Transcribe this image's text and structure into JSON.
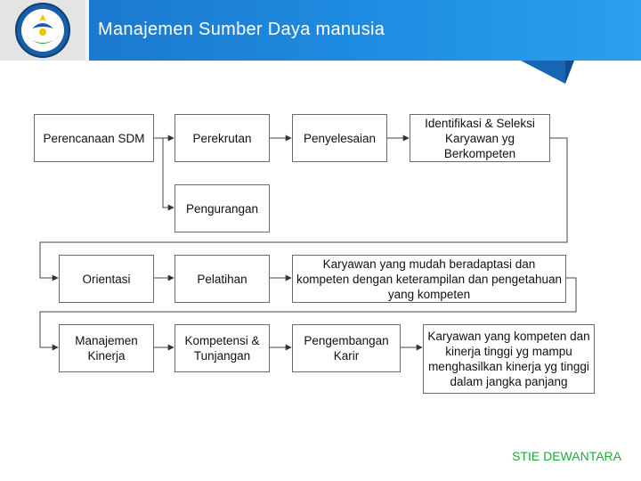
{
  "header": {
    "title": "Manajemen Sumber Daya manusia",
    "logo_icon": "tut-wuri-handayani-emblem-icon",
    "color": "#1e8be0"
  },
  "diagram": {
    "row1": {
      "perencanaan": "Perencanaan SDM",
      "perekrutan": "Perekrutan",
      "penyelesaian": "Penyelesaian",
      "identifikasi": "Identifikasi & Seleksi Karyawan yg Berkompeten"
    },
    "row2": {
      "pengurangan": "Pengurangan"
    },
    "row3": {
      "orientasi": "Orientasi",
      "pelatihan": "Pelatihan",
      "karyawan_adaptasi": "Karyawan yang mudah beradaptasi dan kompeten dengan keterampilan dan pengetahuan yang kompeten"
    },
    "row4": {
      "manajemen_kinerja": "Manajemen Kinerja",
      "kompetensi": "Kompetensi & Tunjangan",
      "pengembangan": "Pengembangan Karir",
      "karyawan_kompeten": "Karyawan yang kompeten dan kinerja tinggi yg mampu menghasilkan kinerja yg tinggi dalam jangka panjang"
    }
  },
  "footer": {
    "label": "STIE DEWANTARA",
    "color": "#1faa3a"
  }
}
